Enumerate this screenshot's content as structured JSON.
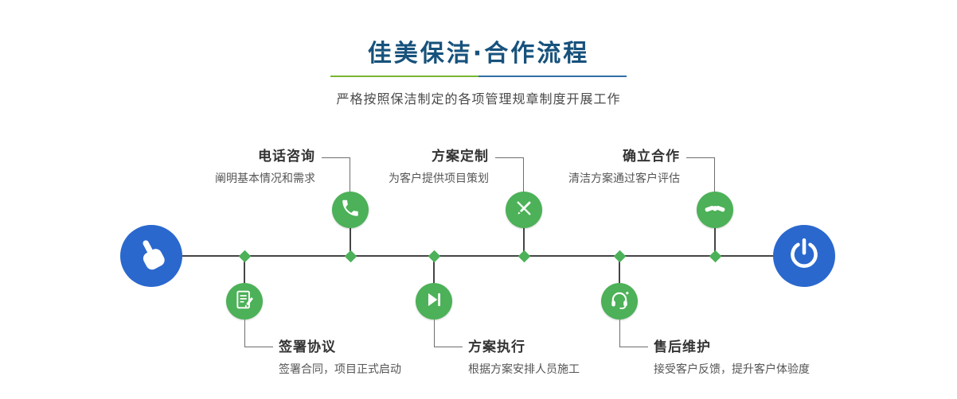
{
  "colors": {
    "title-blue": "#17527c",
    "node-blue": "#2a68cd",
    "step-green": "#4cb158",
    "divider-green": "#79b531",
    "divider-blue": "#2f6fa7",
    "line-dark": "#454545"
  },
  "header": {
    "title": "佳美保洁·合作流程",
    "subtitle": "严格按照保洁制定的各项管理规章制度开展工作"
  },
  "timeline": {
    "start": {
      "icon": "hand-pointer-icon"
    },
    "end": {
      "icon": "power-icon"
    },
    "top_steps": [
      {
        "icon": "phone-icon",
        "title": "电话咨询",
        "desc": "阐明基本情况和需求"
      },
      {
        "icon": "design-pencil-icon",
        "title": "方案定制",
        "desc": "为客户提供项目策划"
      },
      {
        "icon": "handshake-icon",
        "title": "确立合作",
        "desc": "清洁方案通过客户评估"
      }
    ],
    "bottom_steps": [
      {
        "icon": "contract-icon",
        "title": "签署协议",
        "desc": "签署合同，项目正式启动"
      },
      {
        "icon": "play-icon",
        "title": "方案执行",
        "desc": "根据方案安排人员施工"
      },
      {
        "icon": "headset-icon",
        "title": "售后维护",
        "desc": "接受客户反馈，提升客户体验度"
      }
    ]
  }
}
